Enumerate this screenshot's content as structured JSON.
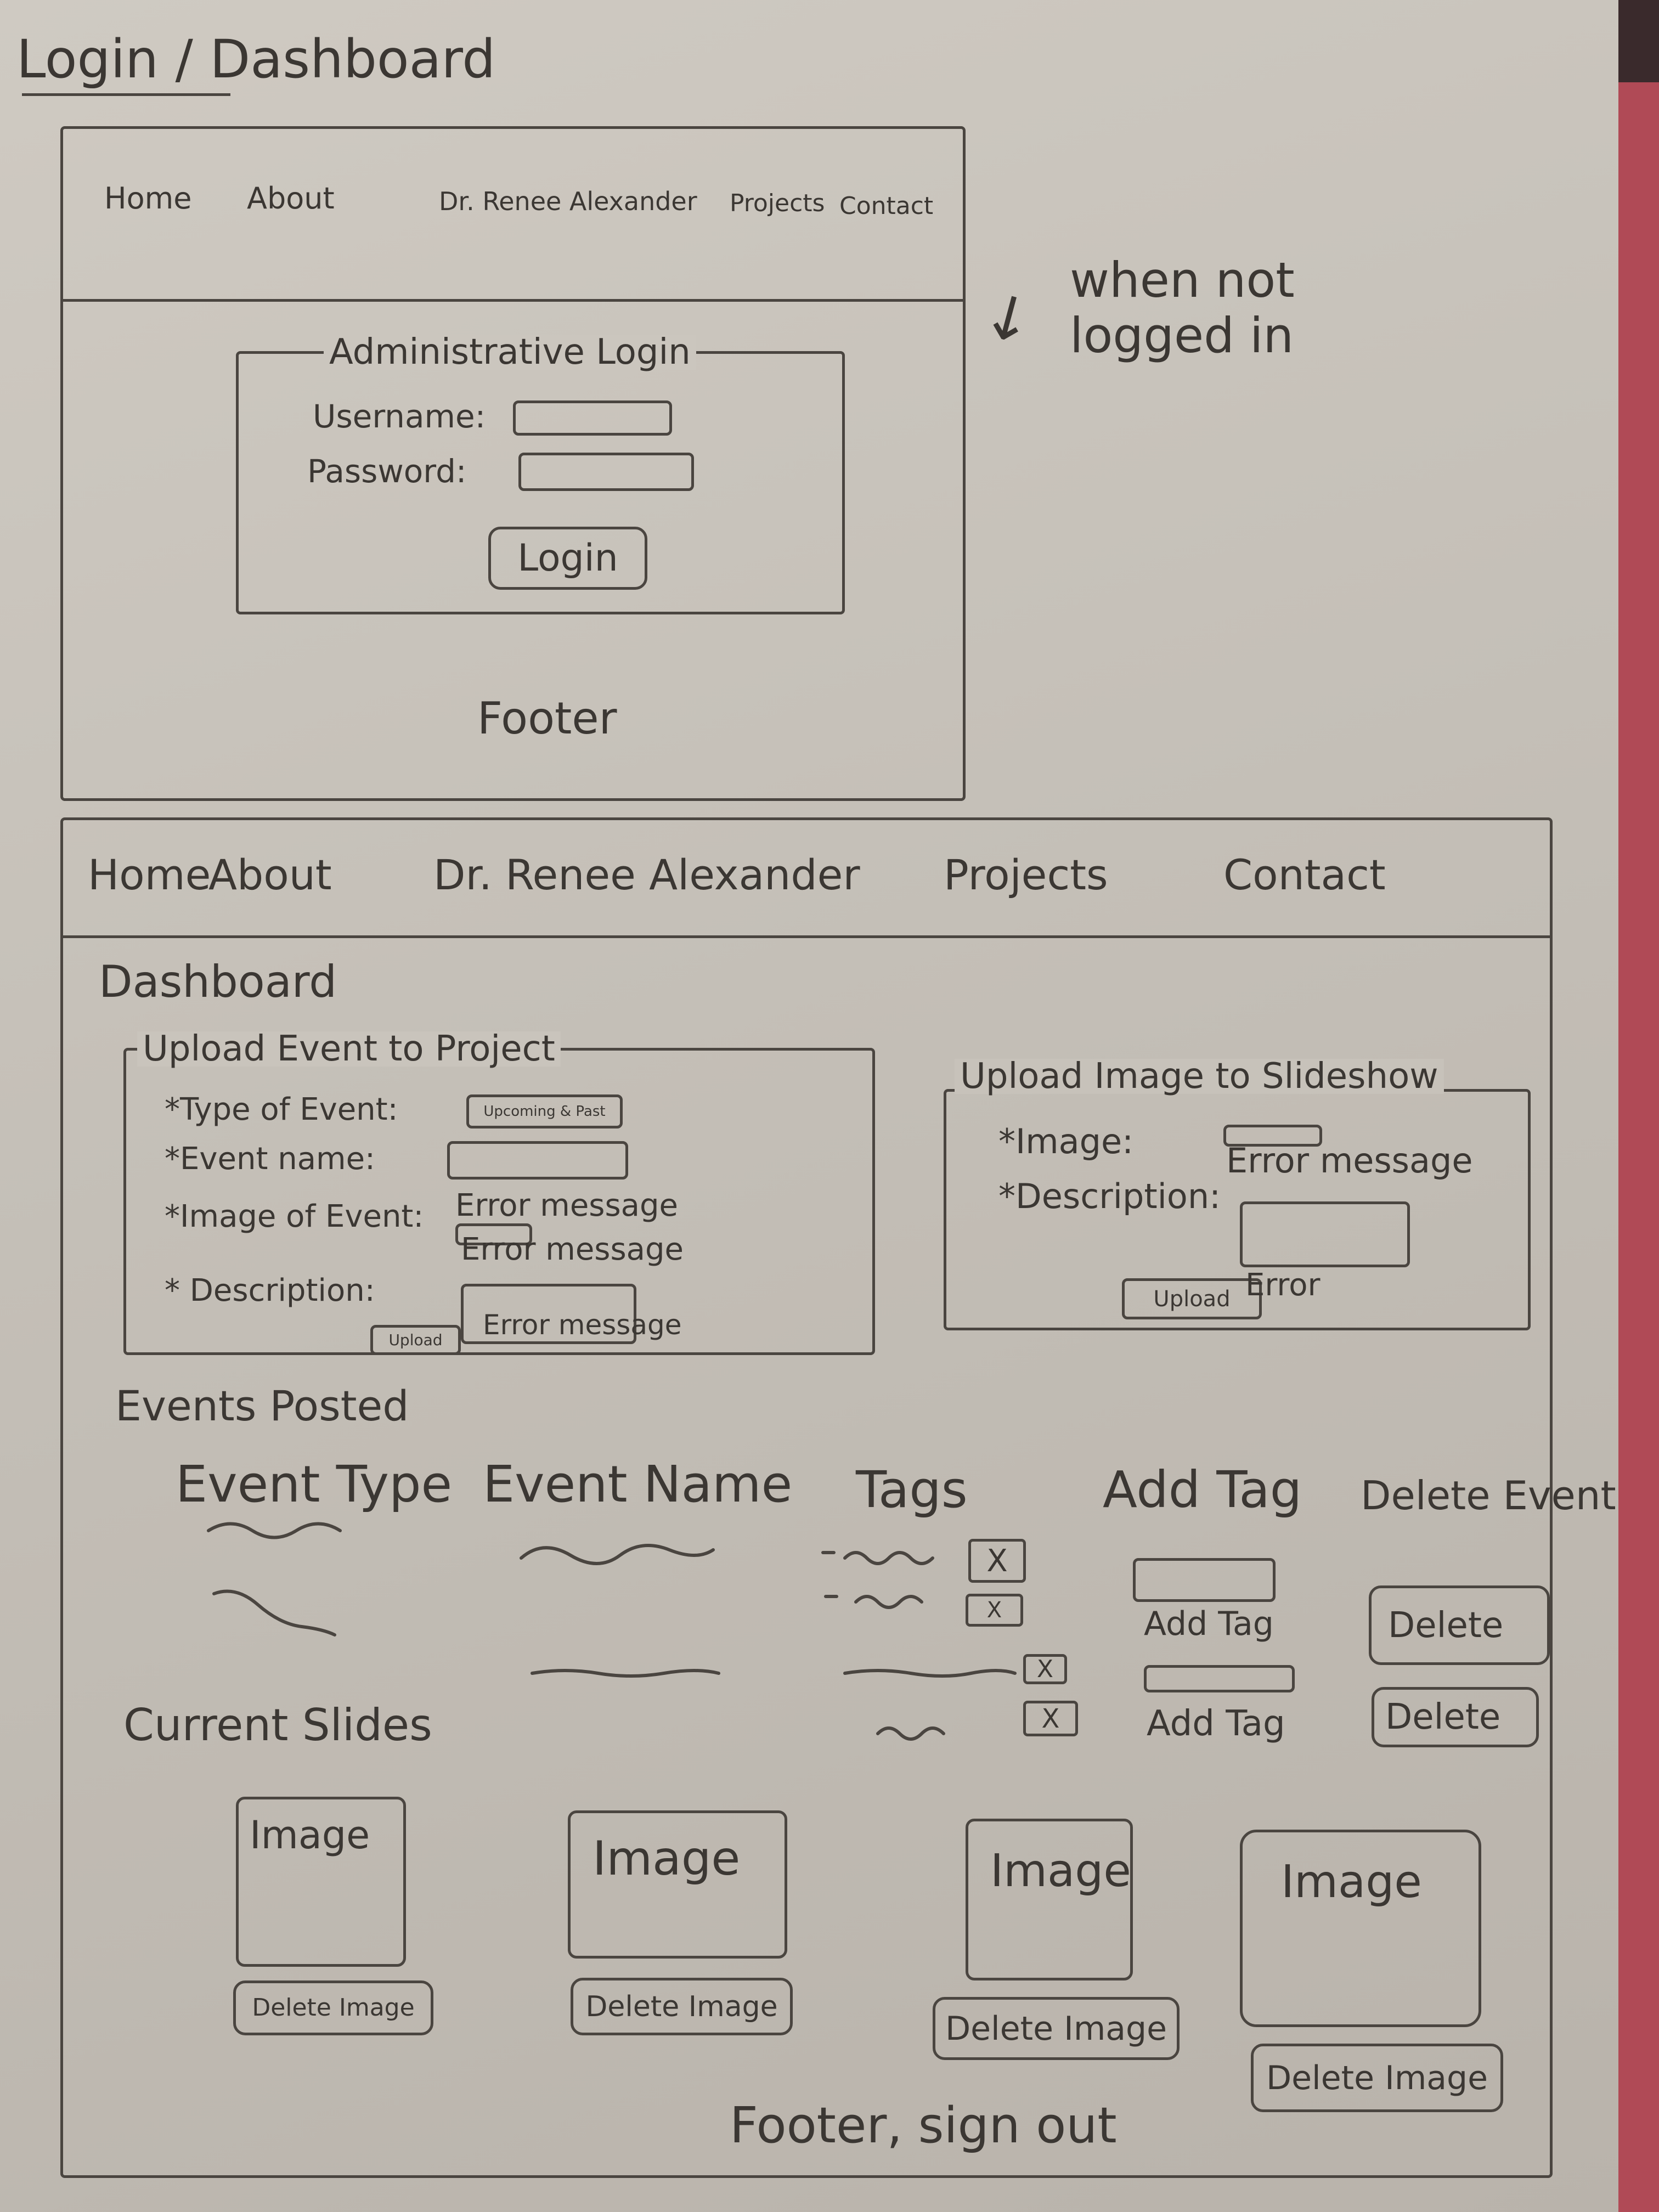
{
  "page_title": "Login / Dashboard",
  "side_note": [
    "when not",
    "logged in"
  ],
  "nav": {
    "home": "Home",
    "about": "About",
    "name": "Dr. Renee Alexander",
    "projects": "Projects",
    "contact": "Contact"
  },
  "login": {
    "legend": "Administrative Login",
    "username_label": "Username:",
    "password_label": "Password:",
    "login_button": "Login",
    "footer": "Footer"
  },
  "dashboard": {
    "title": "Dashboard",
    "upload_event": {
      "legend": "Upload Event to Project",
      "type_label": "*Type of Event:",
      "type_value": "Upcoming & Past",
      "name_label": "*Event name:",
      "image_label": "*Image of Event:",
      "image_error": "Error message",
      "name_error": "Error message",
      "desc_label": "* Description:",
      "upload_button": "Upload",
      "desc_error": "Error message"
    },
    "upload_image": {
      "legend": "Upload Image to Slideshow",
      "image_label": "*Image:",
      "image_error": "Error message",
      "desc_label": "*Description:",
      "upload_button": "Upload",
      "upload_error": "Error"
    },
    "events_posted": {
      "title": "Events Posted",
      "columns": [
        "Event Type",
        "Event Name",
        "Tags",
        "Add Tag",
        "Delete Event"
      ],
      "add_tag_label": "Add Tag",
      "delete_label": "Delete",
      "remove_tag_glyph": "X"
    },
    "current_slides": {
      "title": "Current Slides",
      "slides": [
        {
          "image": "Image",
          "delete": "Delete Image"
        },
        {
          "image": "Image",
          "delete": "Delete Image"
        },
        {
          "image": "Image",
          "delete": "Delete Image"
        },
        {
          "image": "Image",
          "delete": "Delete Image"
        }
      ]
    },
    "footer": "Footer, sign out"
  },
  "colors": {
    "ink": "#3b3733",
    "paper": "#c7c2ba",
    "binder": "#b04a56"
  }
}
